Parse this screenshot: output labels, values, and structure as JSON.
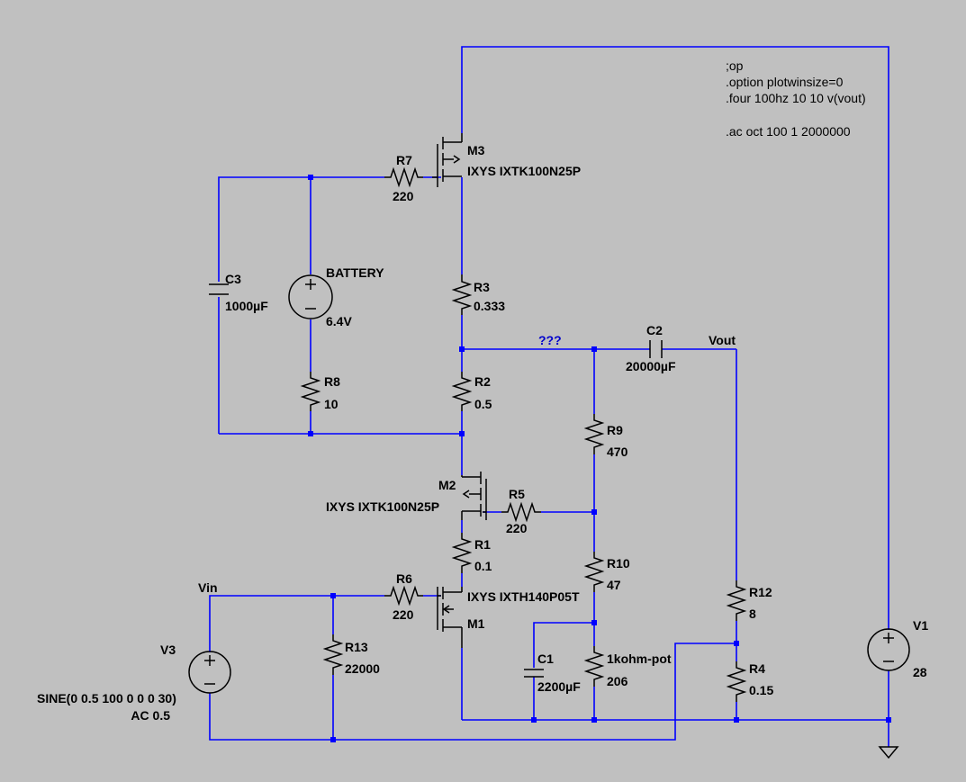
{
  "directives": [
    ";op",
    ".option plotwinsize=0",
    ".four 100hz 10 10 v(vout)",
    ".ac oct 100 1 2000000"
  ],
  "nets": {
    "vin": "Vin",
    "vout": "Vout",
    "mid": "???"
  },
  "components": {
    "M1": {
      "name": "M1",
      "model": "IXYS IXTH140P05T"
    },
    "M2": {
      "name": "M2",
      "model": "IXYS IXTK100N25P"
    },
    "M3": {
      "name": "M3",
      "model": "IXYS IXTK100N25P"
    },
    "R1": {
      "name": "R1",
      "value": "0.1"
    },
    "R2": {
      "name": "R2",
      "value": "0.5"
    },
    "R3": {
      "name": "R3",
      "value": "0.333"
    },
    "R4": {
      "name": "R4",
      "value": "0.15"
    },
    "R5": {
      "name": "R5",
      "value": "220"
    },
    "R6": {
      "name": "R6",
      "value": "220"
    },
    "R7": {
      "name": "R7",
      "value": "220"
    },
    "R8": {
      "name": "R8",
      "value": "10"
    },
    "R9": {
      "name": "R9",
      "value": "470"
    },
    "R10": {
      "name": "R10",
      "value": "47"
    },
    "R12": {
      "name": "R12",
      "value": "8"
    },
    "R13": {
      "name": "R13",
      "value": "22000"
    },
    "POT": {
      "name": "1kohm-pot",
      "value": "206"
    },
    "C1": {
      "name": "C1",
      "value": "2200µF"
    },
    "C2": {
      "name": "C2",
      "value": "20000µF"
    },
    "C3": {
      "name": "C3",
      "value": "1000µF"
    },
    "BATTERY": {
      "name": "BATTERY",
      "value": "6.4V"
    },
    "V1": {
      "name": "V1",
      "value": "28"
    },
    "V3": {
      "name": "V3",
      "value": "SINE(0 0.5 100 0 0 0 30)",
      "ac": "AC 0.5"
    }
  },
  "colors": {
    "background": "#c0c0c0",
    "wire": "#0000ff",
    "component": "#000000",
    "net_label": "#0000cc"
  }
}
